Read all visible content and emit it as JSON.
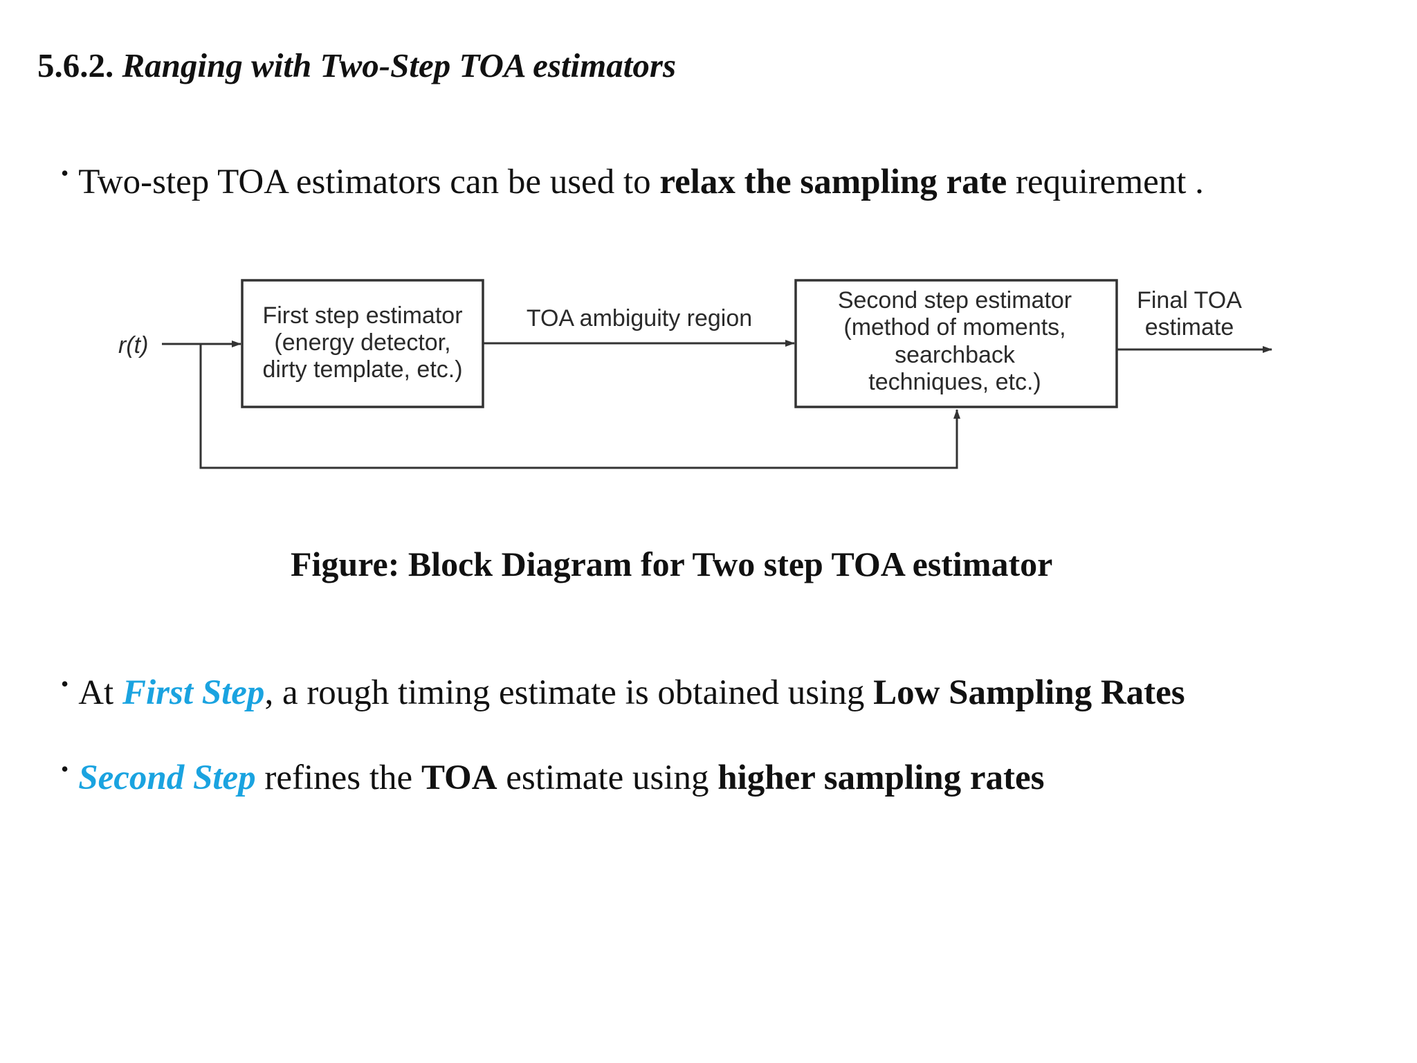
{
  "heading": {
    "number": "5.6.2.",
    "title": "Ranging with Two-Step TOA estimators"
  },
  "bullets": {
    "intro": {
      "pre": "Two-step TOA estimators can be used to ",
      "bold": "relax the sampling rate",
      "post": " requirement ."
    },
    "first": {
      "pre": "At ",
      "step": "First Step",
      "mid": ", a rough timing estimate is obtained using ",
      "bold": "Low Sampling Rates"
    },
    "second": {
      "step": "Second Step",
      "mid1": " refines the ",
      "bold1": "TOA",
      "mid2": " estimate using ",
      "bold2": "higher sampling rates"
    }
  },
  "diagram": {
    "input_label": "r(t)",
    "first_block": {
      "line1": "First step estimator",
      "line2": "(energy detector,",
      "line3": "dirty template, etc.)"
    },
    "edge_label": "TOA ambiguity region",
    "second_block": {
      "line1": "Second step estimator",
      "line2": "(method of moments,",
      "line3": "searchback",
      "line4": "techniques, etc.)"
    },
    "output_label": {
      "line1": "Final TOA",
      "line2": "estimate"
    }
  },
  "caption": "Figure: Block Diagram for Two step TOA estimator",
  "colors": {
    "text": "#111111",
    "step_accent": "#1aa3e0",
    "diagram_line": "#333333"
  }
}
